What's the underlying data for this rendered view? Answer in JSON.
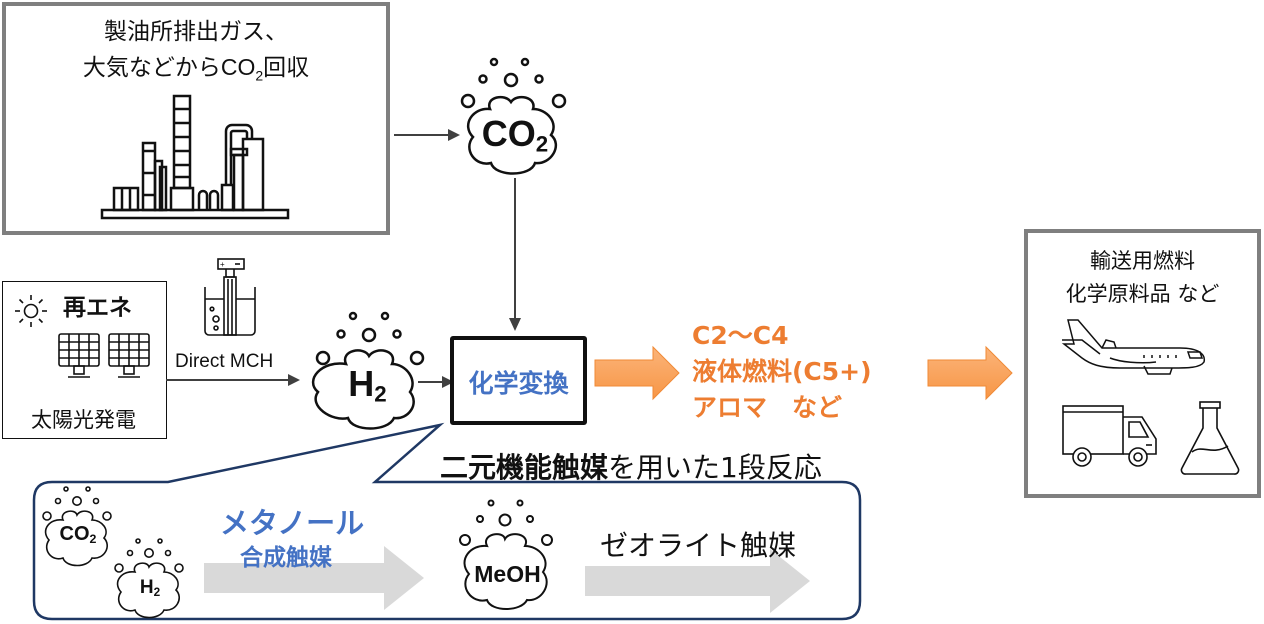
{
  "source_box": {
    "line1": "製油所排出ガス、",
    "line2_pre": "大気などから",
    "line2_co": "CO",
    "line2_sub": "2",
    "line2_post": "回収",
    "icon": "refinery-icon"
  },
  "co2_cloud": {
    "main": "CO",
    "sub": "2"
  },
  "renewable_box": {
    "title": "再エネ",
    "caption": "太陽光発電",
    "icons": [
      "sun-icon",
      "solar-panel-icon",
      "solar-panel-icon"
    ]
  },
  "electrolysis": {
    "label": "Direct MCH",
    "icon": "electrolysis-cell-icon"
  },
  "h2_cloud": {
    "main": "H",
    "sub": "2"
  },
  "conversion_box": {
    "label": "化学変換"
  },
  "products": {
    "line1": "C2～C4",
    "line2": "液体燃料(C5+)",
    "line3": "アロマ　など"
  },
  "uses_box": {
    "line1": "輸送用燃料",
    "line2": "化学原料品 など",
    "icons": [
      "airplane-icon",
      "truck-icon",
      "flask-icon"
    ]
  },
  "callout": {
    "heading_bold": "二元機能触媒",
    "heading_rest": "を用いた1段反応",
    "co2": {
      "main": "CO",
      "sub": "2"
    },
    "h2": {
      "main": "H",
      "sub": "2"
    },
    "methanol_catalyst_1": "メタノール",
    "methanol_catalyst_2": "合成触媒",
    "meoh": "MeOH",
    "zeolite_catalyst": "ゼオライト触媒"
  },
  "colors": {
    "orange": "#ed7d31",
    "orange_arrow": "#f79646",
    "blue_text": "#4472c4",
    "navy_border": "#1f3864",
    "gray_border": "#7f7f7f",
    "gray_arrow": "#d9d9d9"
  }
}
